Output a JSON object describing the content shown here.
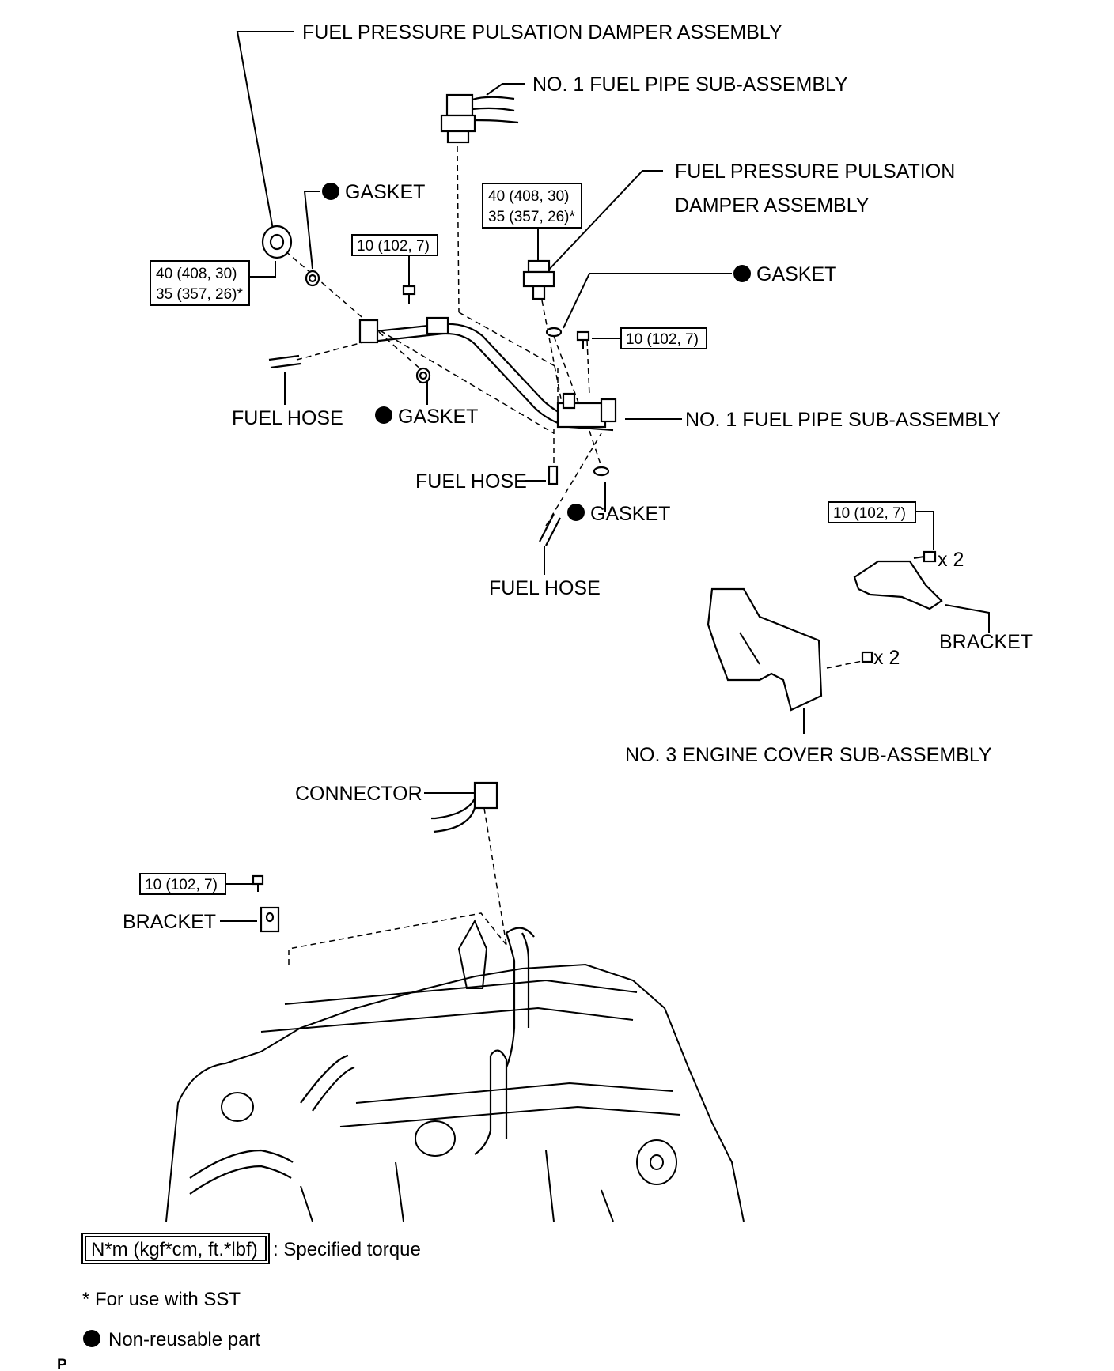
{
  "labels": {
    "damper_top": "FUEL PRESSURE PULSATION DAMPER ASSEMBLY",
    "pipe_top": "NO. 1 FUEL PIPE SUB-ASSEMBLY",
    "damper_right_line1": "FUEL PRESSURE PULSATION",
    "damper_right_line2": "DAMPER ASSEMBLY",
    "gasket_1": "GASKET",
    "gasket_2": "GASKET",
    "gasket_3": "GASKET",
    "gasket_4": "GASKET",
    "fuel_hose_1": "FUEL HOSE",
    "fuel_hose_2": "FUEL HOSE",
    "fuel_hose_3": "FUEL HOSE",
    "pipe_right": "NO. 1 FUEL PIPE SUB-ASSEMBLY",
    "bracket_right": "BRACKET",
    "bracket_left": "BRACKET",
    "engine_cover": "NO. 3 ENGINE COVER SUB-ASSEMBLY",
    "connector": "CONNECTOR",
    "qty_1": "x 2",
    "qty_2": "x 2",
    "page_mark": "P"
  },
  "torque": {
    "damper_left_a": "40 (408, 30)",
    "damper_left_b": "35 (357, 26)*",
    "damper_right_a": "40 (408, 30)",
    "damper_right_b": "35 (357, 26)*",
    "bolt_pipe_left": "10 (102, 7)",
    "bolt_pipe_right": "10 (102, 7)",
    "bolt_bracket_right": "10 (102, 7)",
    "bolt_bracket_left": "10 (102, 7)"
  },
  "legend": {
    "torque_box": "N*m (kgf*cm, ft.*lbf)",
    "torque_desc": ": Specified torque",
    "sst_note": "* For use with SST",
    "nonreusable": "Non-reusable part"
  }
}
